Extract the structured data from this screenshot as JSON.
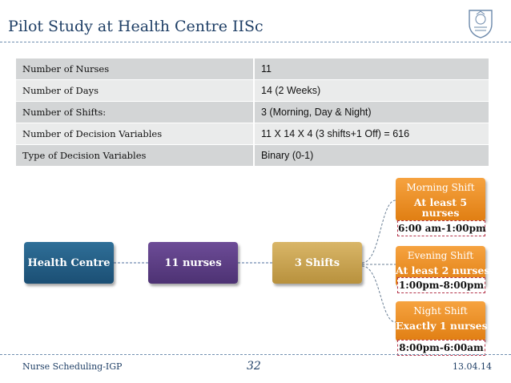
{
  "slide": {
    "title": "Pilot Study at Health Centre IISc",
    "logo_icon": "institute-seal-icon"
  },
  "info_table": {
    "rows": [
      [
        "Number of Nurses",
        "11"
      ],
      [
        "Number of Days",
        "14 (2 Weeks)"
      ],
      [
        "Number of Shifts:",
        "3 (Morning, Day & Night)"
      ],
      [
        "Number of Decision Variables",
        "11 X 14 X 4 (3 shifts+1 Off) = 616"
      ],
      [
        "Type of Decision Variables",
        "Binary (0-1)"
      ]
    ]
  },
  "flow": {
    "health_centre": "Health Centre",
    "nurses": "11 nurses",
    "shifts": "3 Shifts",
    "morning": {
      "name": "Morning Shift",
      "cap_line1": "At least  5",
      "cap_line2": "nurses",
      "time": "6:00 am-1:00pm"
    },
    "evening": {
      "name": "Evening Shift",
      "cap_line1": "At least 2 nurses",
      "time": "1:00pm-8:00pm"
    },
    "night": {
      "name": "Night Shift",
      "cap_line1": "Exactly 1 nurses",
      "time": "8:00pm-6:00am"
    }
  },
  "footer": {
    "left": "Nurse Scheduling-IGP",
    "page": "32",
    "date": "13.04.14"
  },
  "colors": {
    "title": "#1f3f66",
    "health_centre_box": "#1b4f74",
    "nurses_box": "#4d3273",
    "shifts_box": "#b8913d",
    "shift_box": "#e07e12",
    "time_border": "#b4344a"
  }
}
